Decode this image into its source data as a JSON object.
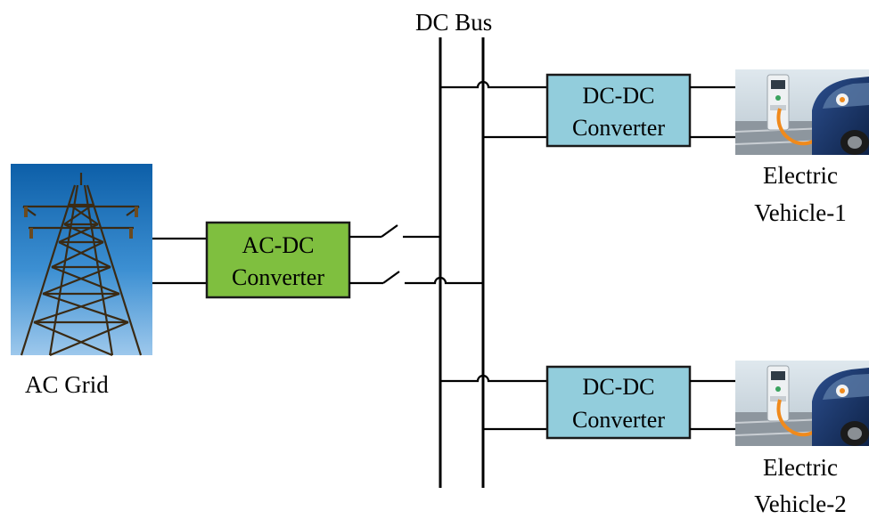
{
  "diagram": {
    "bus_label": "DC Bus",
    "ac_grid": {
      "icon": "power-transmission-tower",
      "label": "AC Grid"
    },
    "ac_dc_converter": {
      "line1": "AC-DC",
      "line2": "Converter",
      "fill_color": "#7FBF3F"
    },
    "dc_dc_converter_1": {
      "line1": "DC-DC",
      "line2": "Converter",
      "fill_color": "#92CDDC"
    },
    "dc_dc_converter_2": {
      "line1": "DC-DC",
      "line2": "Converter",
      "fill_color": "#92CDDC"
    },
    "ev_1": {
      "icon": "ev-charging-station",
      "label_line1": "Electric",
      "label_line2": "Vehicle-1"
    },
    "ev_2": {
      "icon": "ev-charging-station",
      "label_line1": "Electric",
      "label_line2": "Vehicle-2"
    }
  }
}
